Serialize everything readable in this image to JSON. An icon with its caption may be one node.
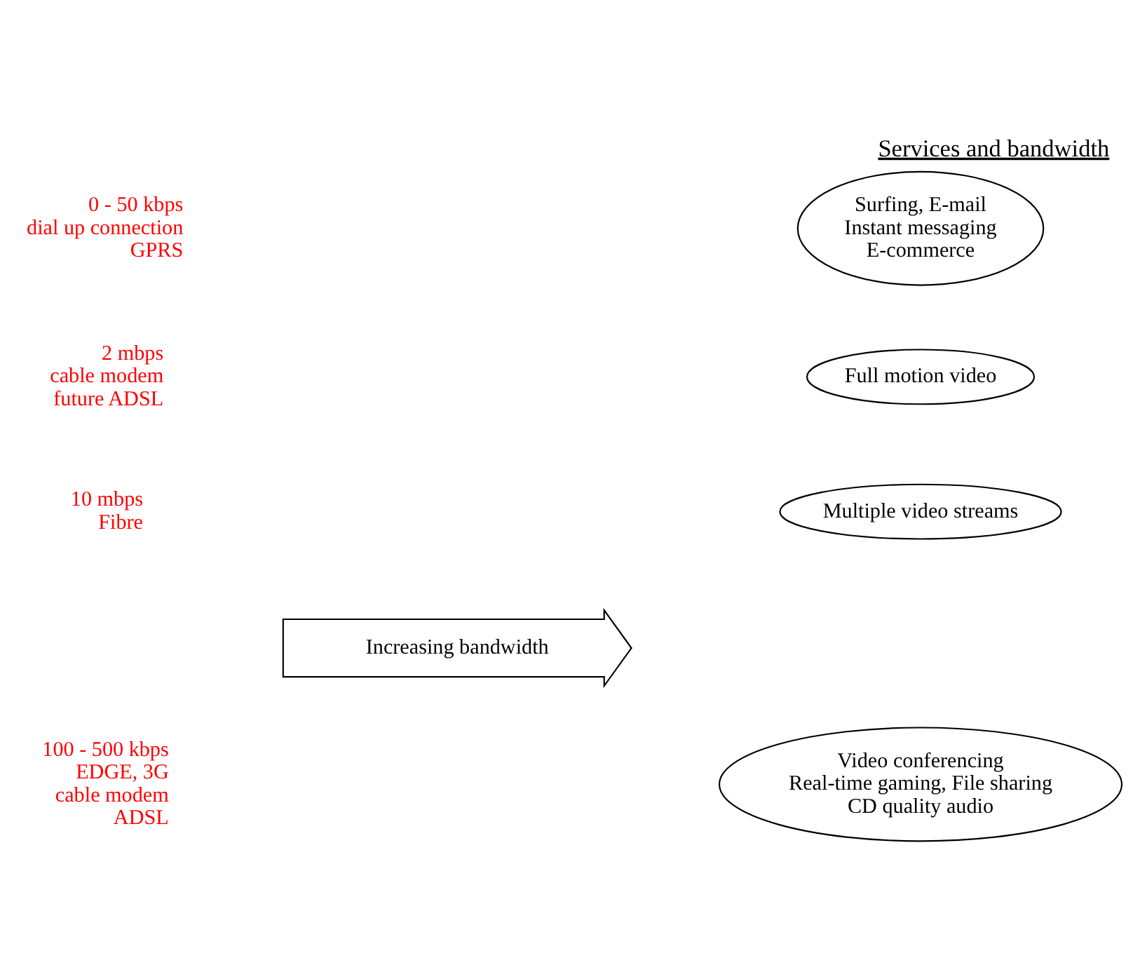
{
  "diagram": {
    "title": "Services and bandwidth",
    "nodes": [
      {
        "text": [
          "Increasing bandwidth"
        ]
      },
      {
        "text": [
          "Multiple video streams"
        ]
      },
      {
        "text": [
          "Full motion video"
        ]
      },
      {
        "text": [
          "Video conferencing",
          "Real-time gaming, File sharing",
          "CD quality audio"
        ]
      },
      {
        "text": [
          "Surfing, E-mail",
          "Instant messaging",
          "E-commerce"
        ]
      }
    ],
    "edges": [],
    "labels": [
      "10 mbps",
      "Fibre",
      "2 mbps",
      "cable modem",
      "future ADSL",
      "100 - 500 kbps",
      "EDGE, 3G",
      "cable modem",
      "ADSL",
      "0 - 50 kbps",
      "dial up connection",
      "GPRS"
    ]
  }
}
